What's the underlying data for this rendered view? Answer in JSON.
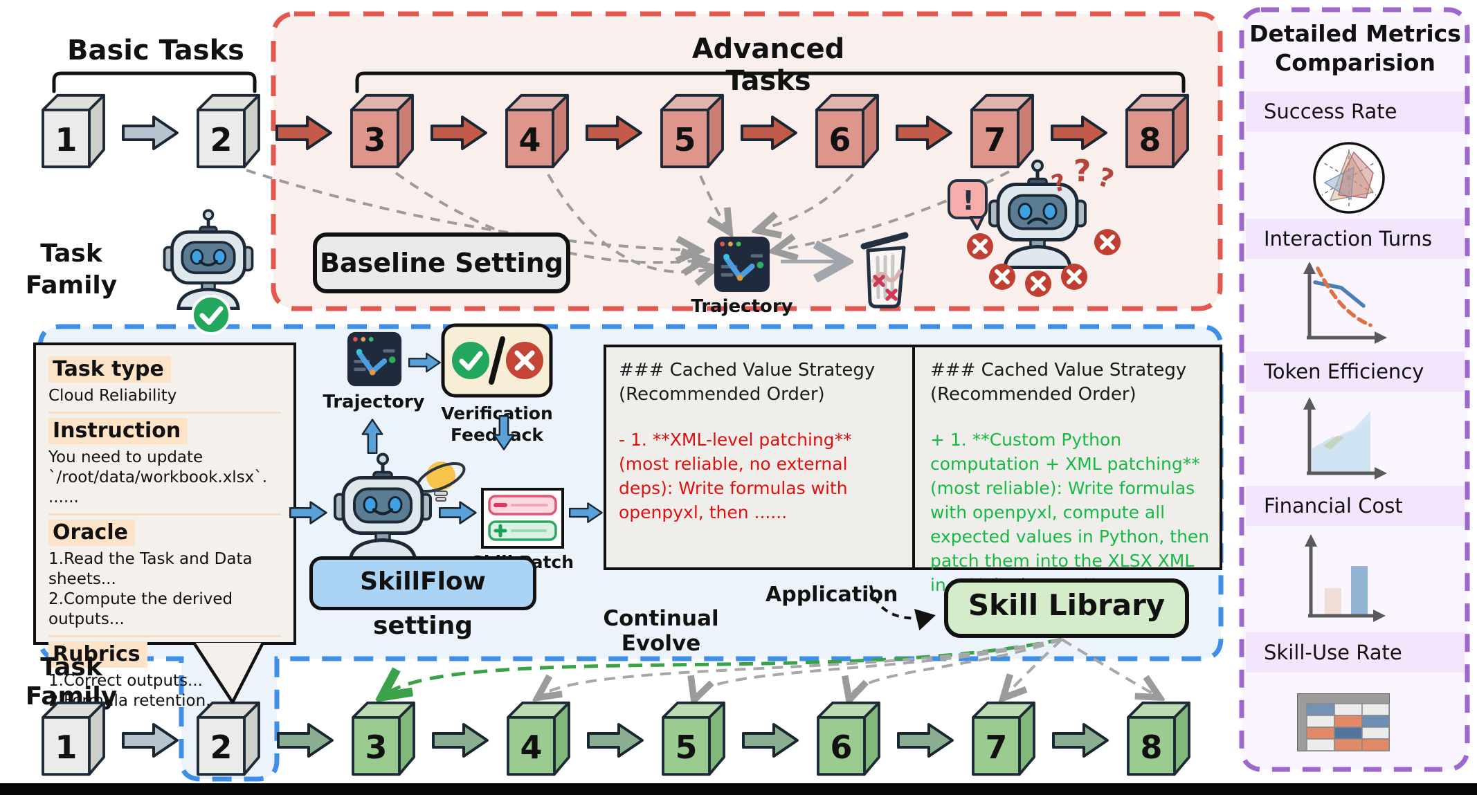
{
  "top": {
    "basic_title": "Basic Tasks",
    "task_family": "Task\nFamily",
    "advanced_title": "Advanced Tasks",
    "baseline_label": "Baseline Setting",
    "trajectory_label": "Trajectory",
    "alert_icon_text": "!",
    "question_marks": [
      "?",
      "?",
      "?"
    ],
    "basic_cubes": [
      "1",
      "2"
    ],
    "advanced_cubes": [
      "3",
      "4",
      "5",
      "6",
      "7",
      "8"
    ]
  },
  "skillflow": {
    "card": {
      "sections": [
        {
          "heading": "Task type",
          "body": "Cloud Reliability"
        },
        {
          "heading": "Instruction",
          "body": "You need to update `/root/data/workbook.xlsx`. ......"
        },
        {
          "heading": "Oracle",
          "body": "1.Read the Task and Data sheets...\n2.Compute the derived outputs..."
        },
        {
          "heading": "Rubrics",
          "body": "1.Correct outputs...\n2.Formula retention..."
        }
      ]
    },
    "trajectory_label": "Trajectory",
    "verification_label": "Verification\nFeedback",
    "skill_patch_label": "Skill Patch",
    "setting_label": "SkillFlow setting",
    "application_label": "Application",
    "skill_library_label": "Skill Library",
    "continual_evolve_label": "Continual Evolve",
    "panels": [
      {
        "heading": "### Cached Value Strategy (Recommended Order)",
        "body": "- 1. **XML-level patching** (most reliable, no external deps): Write formulas with openpyxl, then ......"
      },
      {
        "heading": "### Cached Value Strategy (Recommended Order)",
        "body": "+ 1. **Custom Python computation + XML patching** (most reliable): Write formulas with openpyxl, compute all expected values in Python, then patch them into the XLSX XML in a **single pass**. ......"
      }
    ]
  },
  "bottom": {
    "task_family": "Task\nFamily",
    "gray_cubes": [
      "1",
      "2"
    ],
    "green_cubes": [
      "3",
      "4",
      "5",
      "6",
      "7",
      "8"
    ]
  },
  "metrics": {
    "title": "Detailed Metrics\nComparision",
    "sections": [
      "Success Rate",
      "Interaction Turns",
      "Token Efficiency",
      "Financial Cost",
      "Skill-Use Rate"
    ]
  },
  "colors": {
    "baseline_accent": "#e4574f",
    "skillflow_accent": "#3f8fe6",
    "metrics_accent": "#9c68cc",
    "removed_text": "#e11010",
    "added_text": "#16b944",
    "skill_library_fill": "#d5eccb",
    "skillflow_label_fill": "#abd3f3"
  }
}
